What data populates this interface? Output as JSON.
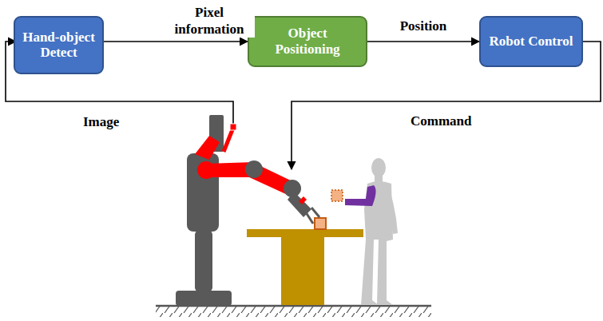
{
  "diagram": {
    "nodes": [
      {
        "text": [
          "Hand-object Detect"
        ]
      },
      {
        "text": [
          "Object Positioning"
        ]
      },
      {
        "text": [
          "Robot Control"
        ]
      }
    ],
    "edges": [
      {
        "from": 0,
        "to": 1,
        "label": "Pixel information",
        "arrow": "to"
      },
      {
        "from": 1,
        "to": 2,
        "label": "Position",
        "arrow": "to"
      }
    ],
    "labels": [
      "Image",
      "Command"
    ]
  }
}
